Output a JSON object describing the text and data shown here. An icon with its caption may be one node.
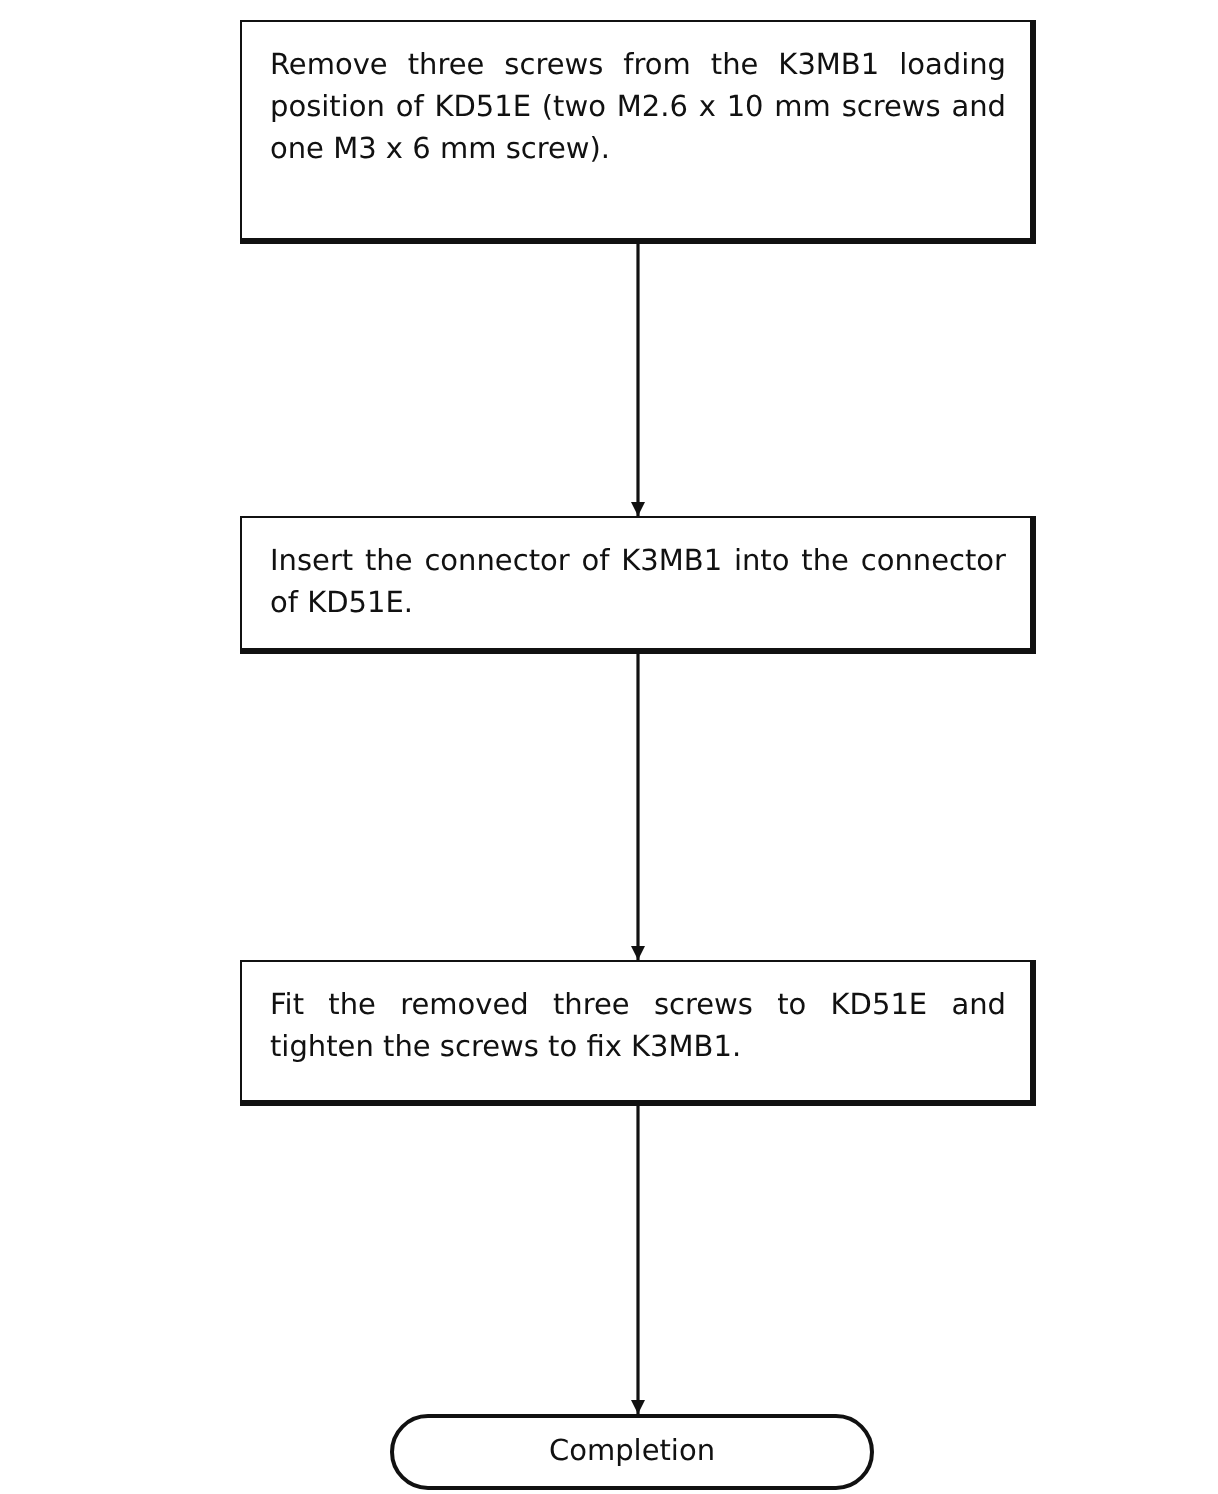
{
  "diagram": {
    "nodes": [
      {
        "text": [
          "Remove three screws from the K3MB1 loading position of KD51E (two M2.6 x 10 mm screws and one M3 x 6 mm screw)."
        ]
      },
      {
        "text": [
          "Insert the connector of K3MB1 into the connector of KD51E."
        ]
      },
      {
        "text": [
          "Fit the removed three screws to KD51E and tighten the screws to fix K3MB1."
        ]
      },
      {
        "text": [
          "Completion"
        ]
      }
    ],
    "edges": [
      {
        "from": 0,
        "to": 1,
        "arrow": "to"
      },
      {
        "from": 1,
        "to": 2,
        "arrow": "to"
      },
      {
        "from": 2,
        "to": 3,
        "arrow": "to"
      }
    ]
  }
}
